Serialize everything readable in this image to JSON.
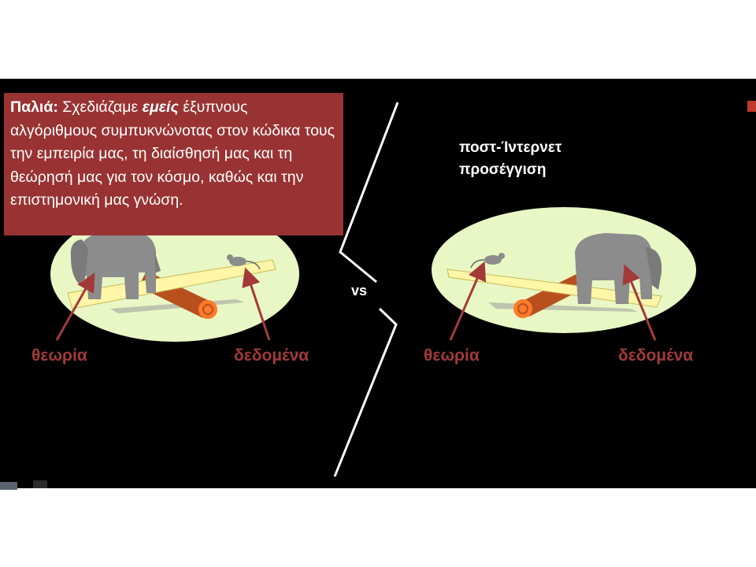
{
  "note": {
    "lead": "Παλιά:",
    "before": " Σχεδιάζαμε ",
    "emph": "εμείς",
    "after": " έξυπνους αλγόριθμους συμπυκνώνοτας στον κώδικα τους την εμπειρία μας, τη διαίσθησή μας και τη θεώρησή μας για τον κόσμο, καθώς και την επιστημονική μας γνώση."
  },
  "post_title": "ποστ-Ίντερνετ προσέγγιση",
  "vs": "vs",
  "left_panel": {
    "theory_label": "θεωρία",
    "data_label": "δεδομένα"
  },
  "right_panel": {
    "theory_label": "θεωρία",
    "data_label": "δεδομένα"
  },
  "colors": {
    "background": "#000000",
    "note_box": "#993333",
    "label": "#a33a3a",
    "ellipse": "#e8f7c4",
    "plank": "#fff6a8",
    "log": "#b8501e",
    "elephant": "#8c8c8c"
  },
  "icons": [
    "elephant-icon",
    "mouse-icon",
    "seesaw-icon",
    "log-icon"
  ]
}
